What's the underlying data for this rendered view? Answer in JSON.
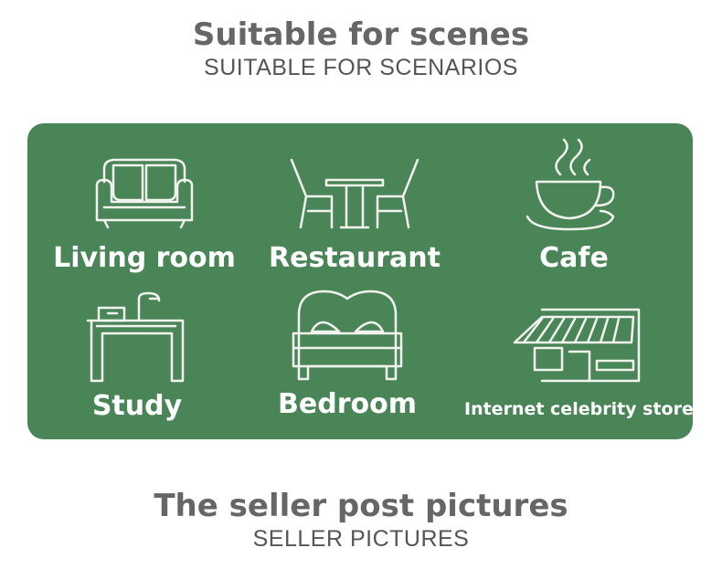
{
  "header": {
    "title": "Suitable for scenes",
    "subtitle": "SUITABLE FOR SCENARIOS"
  },
  "scenes": [
    {
      "label": "Living room",
      "icon": "sofa-icon"
    },
    {
      "label": "Restaurant",
      "icon": "dining-table-icon"
    },
    {
      "label": "Cafe",
      "icon": "coffee-cup-icon"
    },
    {
      "label": "Study",
      "icon": "desk-icon"
    },
    {
      "label": "Bedroom",
      "icon": "bed-icon"
    },
    {
      "label": "Internet celebrity store",
      "icon": "storefront-icon"
    }
  ],
  "footer": {
    "title": "The seller post pictures",
    "subtitle": "SELLER PICTURES"
  },
  "colors": {
    "panel": "#4a8558",
    "title": "#666666"
  }
}
